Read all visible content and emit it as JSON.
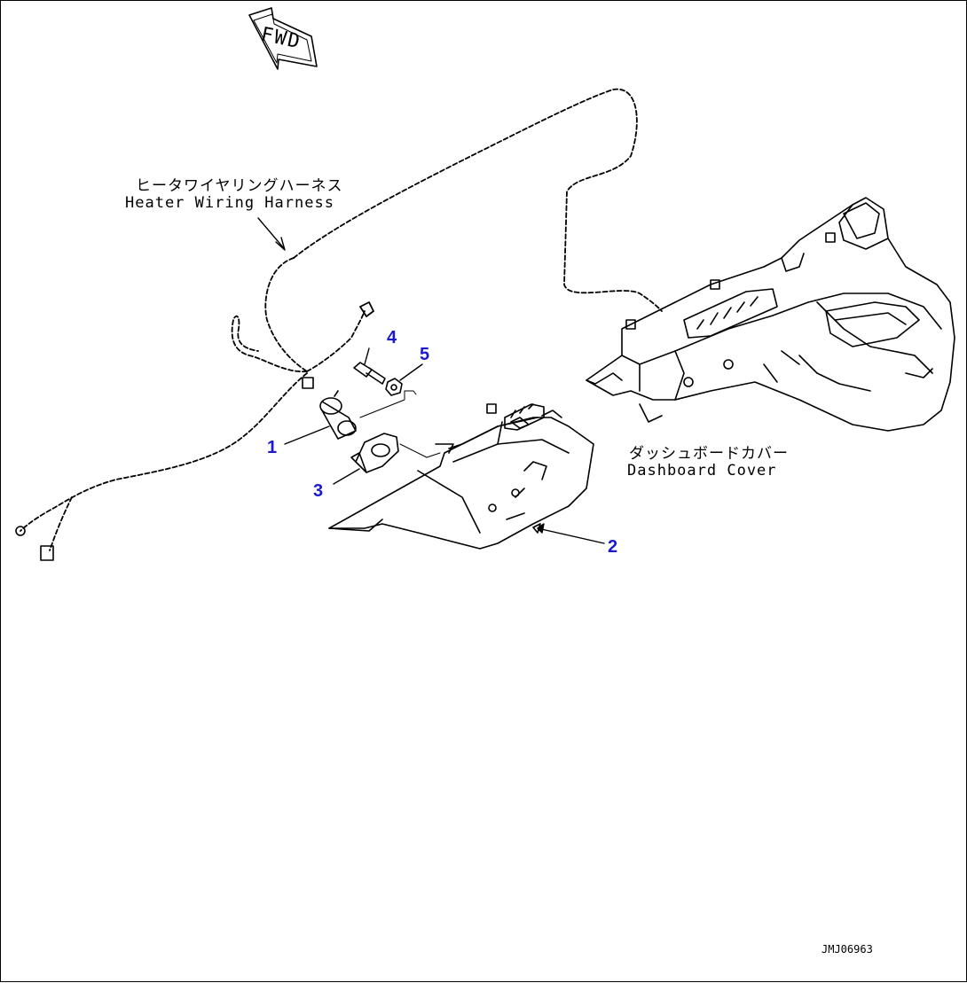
{
  "direction_label": "FWD",
  "callouts": {
    "harness": {
      "jp": "ヒータワイヤリングハーネス",
      "en": "Heater Wiring Harness"
    },
    "dashboard": {
      "jp": "ダッシュボードカバー",
      "en": "Dashboard Cover"
    }
  },
  "part_numbers": [
    "1",
    "2",
    "3",
    "4",
    "5"
  ],
  "drawing_code": "JMJ06963",
  "colors": {
    "line": "#000000",
    "part_number": "#1a1acc"
  }
}
